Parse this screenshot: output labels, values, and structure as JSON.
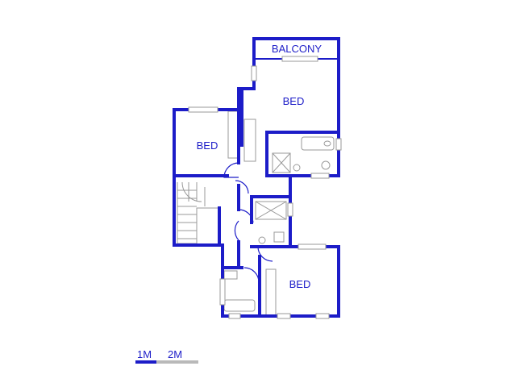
{
  "rooms": {
    "balcony": "BALCONY",
    "bed_master": "BED",
    "bed_left": "BED",
    "bed_lower": "BED"
  },
  "scale_bar": {
    "label_1": "1M",
    "label_2": "2M"
  },
  "colors": {
    "wall": "#1c1cc8",
    "label": "#1c1cc8",
    "fixture": "#9a9a9a",
    "scale_filled": "#1c1cc8",
    "scale_empty": "#b9b9b9"
  }
}
